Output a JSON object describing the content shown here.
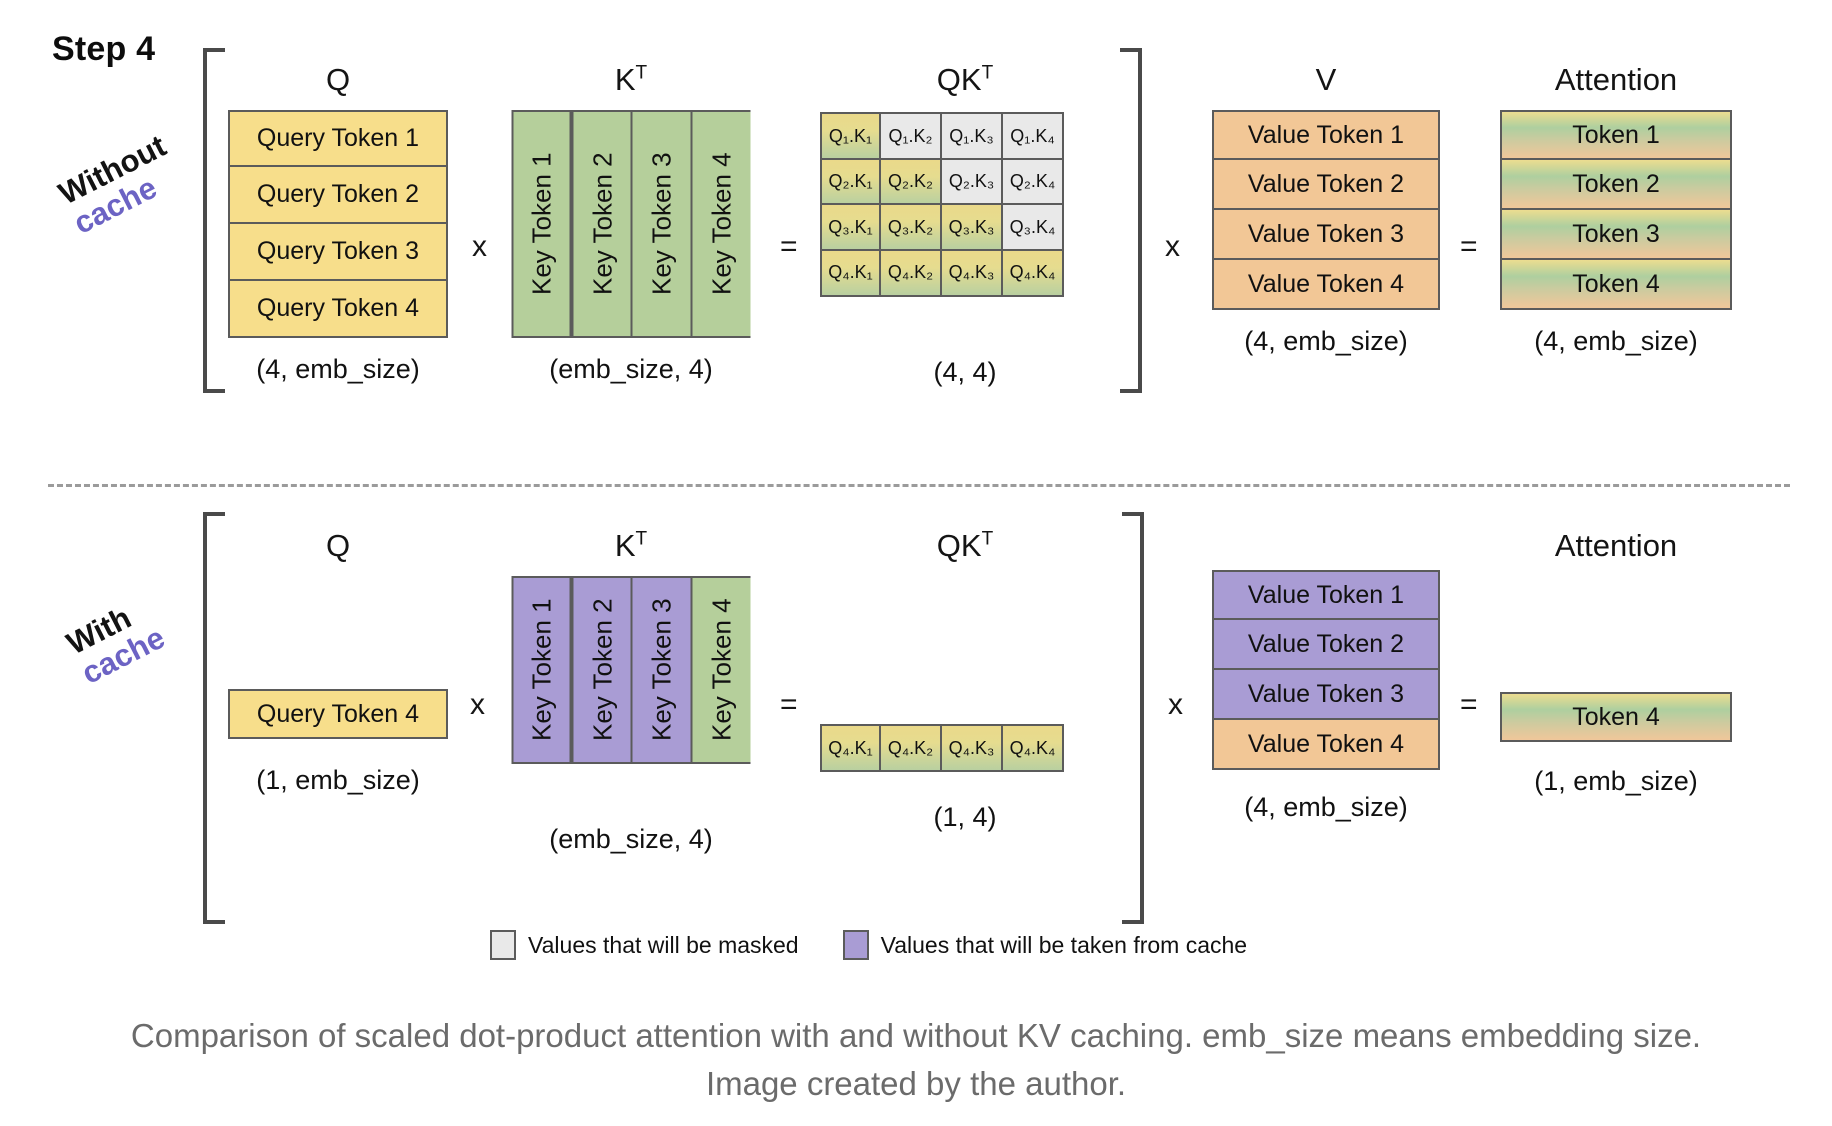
{
  "step_title": "Step 4",
  "rows": {
    "without": {
      "label_top": "Without",
      "label_bottom": "cache"
    },
    "with": {
      "label_top": "With",
      "label_bottom": "cache"
    }
  },
  "operators": {
    "multiply": "x",
    "equals": "="
  },
  "titles": {
    "q": "Q",
    "k": "K",
    "k_sup": "T",
    "qk": "QK",
    "qk_sup": "T",
    "v": "V",
    "attention": "Attention"
  },
  "without_cache": {
    "q": {
      "cells": [
        "Query Token 1",
        "Query Token 2",
        "Query Token 3",
        "Query Token 4"
      ],
      "dims": "(4, emb_size)"
    },
    "k": {
      "cells": [
        "Key Token 1",
        "Key Token 2",
        "Key Token 3",
        "Key Token 4"
      ],
      "dims": "(emb_size, 4)"
    },
    "qk": {
      "dims": "(4, 4)",
      "rows": [
        [
          {
            "label": "Q₁.K₁",
            "masked": false
          },
          {
            "label": "Q₁.K₂",
            "masked": true
          },
          {
            "label": "Q₁.K₃",
            "masked": true
          },
          {
            "label": "Q₁.K₄",
            "masked": true
          }
        ],
        [
          {
            "label": "Q₂.K₁",
            "masked": false
          },
          {
            "label": "Q₂.K₂",
            "masked": false
          },
          {
            "label": "Q₂.K₃",
            "masked": true
          },
          {
            "label": "Q₂.K₄",
            "masked": true
          }
        ],
        [
          {
            "label": "Q₃.K₁",
            "masked": false
          },
          {
            "label": "Q₃.K₂",
            "masked": false
          },
          {
            "label": "Q₃.K₃",
            "masked": false
          },
          {
            "label": "Q₃.K₄",
            "masked": true
          }
        ],
        [
          {
            "label": "Q₄.K₁",
            "masked": false
          },
          {
            "label": "Q₄.K₂",
            "masked": false
          },
          {
            "label": "Q₄.K₃",
            "masked": false
          },
          {
            "label": "Q₄.K₄",
            "masked": false
          }
        ]
      ]
    },
    "v": {
      "cells": [
        "Value Token 1",
        "Value Token 2",
        "Value Token 3",
        "Value Token 4"
      ],
      "dims": "(4, emb_size)"
    },
    "attention": {
      "cells": [
        "Token 1",
        "Token 2",
        "Token 3",
        "Token 4"
      ],
      "dims": "(4, emb_size)"
    }
  },
  "with_cache": {
    "q": {
      "cells": [
        "Query Token 4"
      ],
      "dims": "(1, emb_size)"
    },
    "k": {
      "cells": [
        {
          "label": "Key Token 1",
          "cached": true
        },
        {
          "label": "Key Token 2",
          "cached": true
        },
        {
          "label": "Key Token 3",
          "cached": true
        },
        {
          "label": "Key Token 4",
          "cached": false
        }
      ],
      "dims": "(emb_size, 4)"
    },
    "qk": {
      "cells": [
        "Q₄.K₁",
        "Q₄.K₂",
        "Q₄.K₃",
        "Q₄.K₄"
      ],
      "dims": "(1, 4)"
    },
    "v": {
      "cells": [
        {
          "label": "Value Token 1",
          "cached": true
        },
        {
          "label": "Value Token 2",
          "cached": true
        },
        {
          "label": "Value Token 3",
          "cached": true
        },
        {
          "label": "Value Token 4",
          "cached": false
        }
      ],
      "dims": "(4, emb_size)"
    },
    "attention": {
      "cells": [
        "Token 4"
      ],
      "dims": "(1, emb_size)"
    }
  },
  "legend": [
    {
      "text": "Values that will be masked",
      "color": "#e9e9e9"
    },
    {
      "text": "Values that will be taken from cache",
      "color": "#a99cd4"
    }
  ],
  "caption": {
    "line1": "Comparison of scaled dot-product attention with and without KV caching. emb_size means embedding size.",
    "line2": "Image created by the author."
  },
  "colors": {
    "query": "#f7de8b",
    "key": "#b5cf9b",
    "value": "#f2c796",
    "cache": "#a99cd4",
    "masked": "#e9e9e9",
    "accent_text": "#6c63c4",
    "border": "#5b5b5b",
    "caption": "#6b6b6b"
  }
}
